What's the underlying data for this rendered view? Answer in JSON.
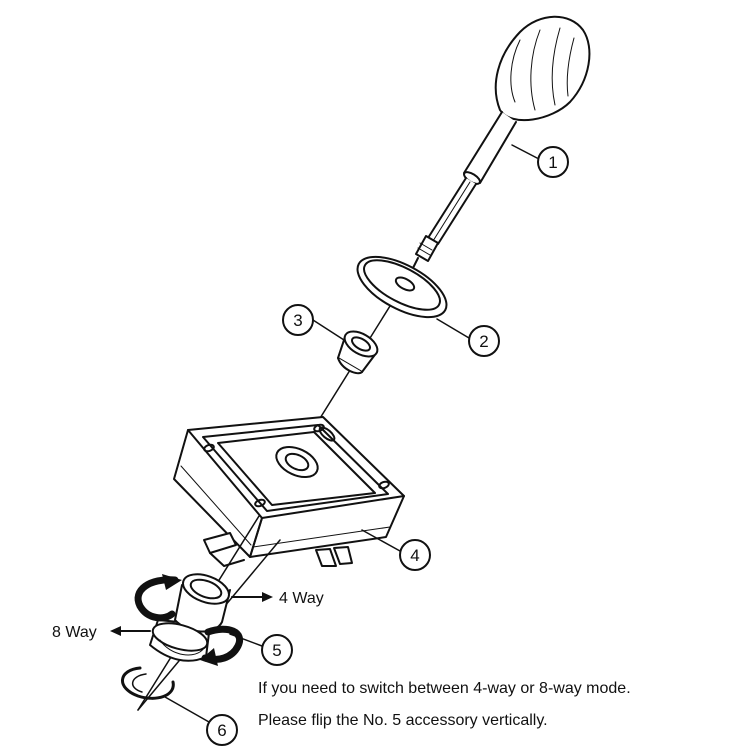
{
  "diagram": {
    "part_numbers": [
      "1",
      "2",
      "3",
      "4",
      "5",
      "6"
    ],
    "mode_labels": {
      "four_way": "4 Way",
      "eight_way": "8 Way"
    },
    "instructions": [
      "If you need to switch between 4-way or 8-way mode.",
      "Please flip the No. 5 accessory vertically."
    ]
  },
  "colors": {
    "ink": "#111111",
    "background": "#ffffff",
    "fill": "#ffffff",
    "shade": "#bdbdbd"
  }
}
